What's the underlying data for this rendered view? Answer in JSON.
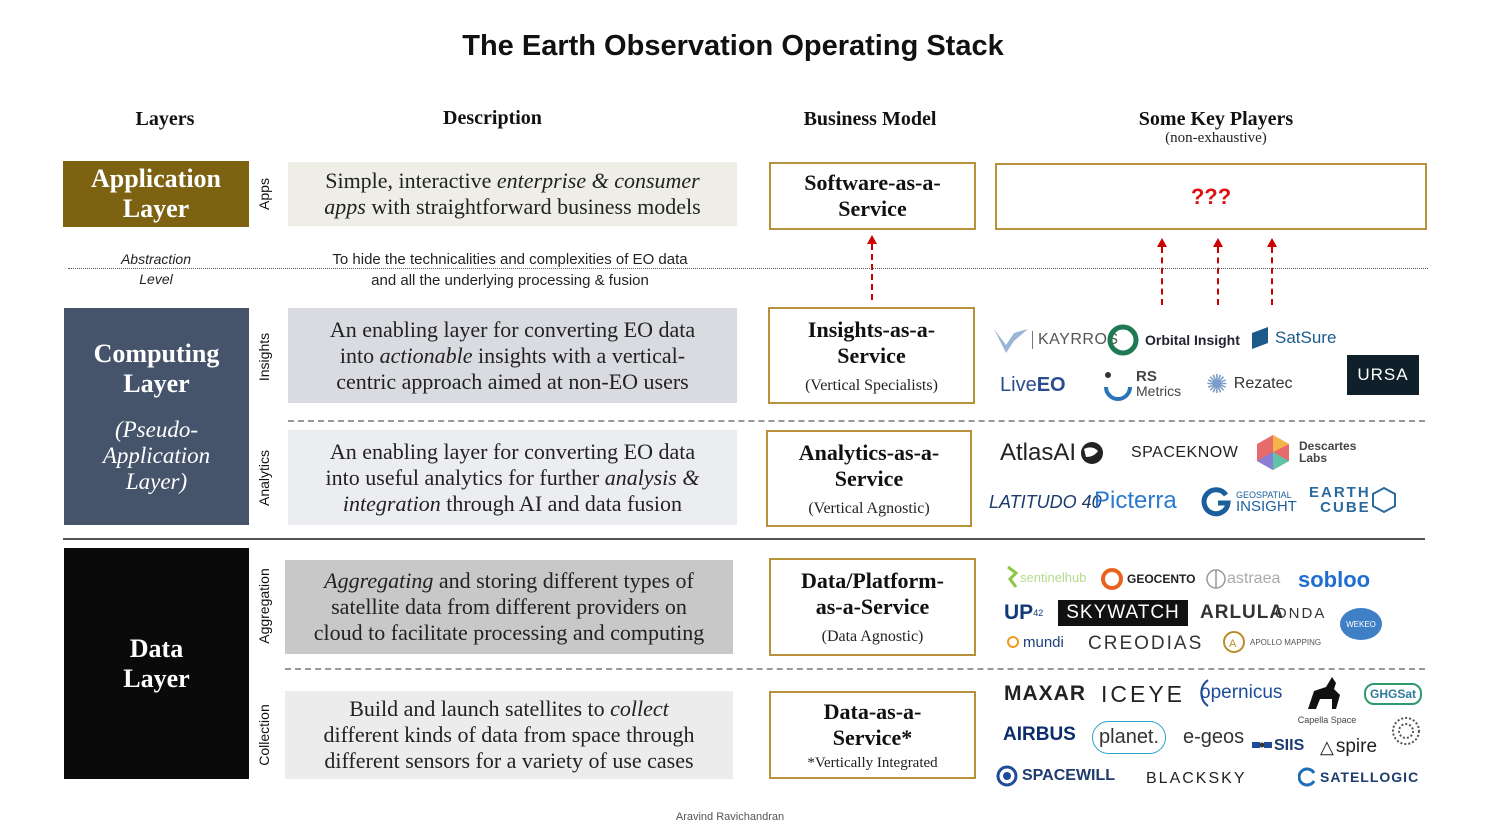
{
  "title": "The Earth Observation Operating Stack",
  "columns": {
    "layers": "Layers",
    "description": "Description",
    "business_model": "Business Model",
    "players": "Some Key Players",
    "players_sub": "(non-exhaustive)"
  },
  "layers": {
    "application": {
      "title_line1": "Application",
      "title_line2": "Layer",
      "sublabel": "Apps"
    },
    "computing": {
      "title_line1": "Computing",
      "title_line2": "Layer",
      "note_line1": "(Pseudo-",
      "note_line2": "Application",
      "note_line3": "Layer)",
      "sublabel_insights": "Insights",
      "sublabel_analytics": "Analytics"
    },
    "data": {
      "title_line1": "Data",
      "title_line2": "Layer",
      "sublabel_aggregation": "Aggregation",
      "sublabel_collection": "Collection"
    }
  },
  "abstraction": {
    "label_line1": "Abstraction",
    "label_line2": "Level",
    "text_line1": "To hide the technicalities and complexities of EO data",
    "text_line2": "and all the underlying processing & fusion"
  },
  "descriptions": {
    "apps": {
      "l1a": "Simple, interactive ",
      "l1b": "enterprise & consumer",
      "l2a": "apps",
      "l2b": " with straightforward business models"
    },
    "insights": {
      "l1": "An enabling layer for converting EO data",
      "l2a": "into ",
      "l2b": "actionable",
      "l2c": " insights with a vertical-",
      "l3": "centric approach aimed at non-EO users"
    },
    "analytics": {
      "l1": "An enabling layer for converting EO data",
      "l2a": "into useful analytics for further ",
      "l2b": "analysis &",
      "l3a": "integration",
      "l3b": " through AI and data fusion"
    },
    "aggregation": {
      "l1a": "Aggregating",
      "l1b": " and storing different types of",
      "l2": "satellite data from different providers on",
      "l3": "cloud to facilitate processing and computing"
    },
    "collection": {
      "l1a": "Build and launch satellites to ",
      "l1b": "collect",
      "l2": "different kinds of data from space through",
      "l3": "different sensors for a variety of use cases"
    }
  },
  "business_models": {
    "saas": {
      "l1": "Software-as-a-",
      "l2": "Service"
    },
    "iaas": {
      "l1": "Insights-as-a-",
      "l2": "Service",
      "note": "(Vertical Specialists)"
    },
    "aaas": {
      "l1": "Analytics-as-a-",
      "l2": "Service",
      "note": "(Vertical Agnostic)"
    },
    "paas": {
      "l1": "Data/Platform-",
      "l2": "as-a-Service",
      "note": "(Data Agnostic)"
    },
    "daas": {
      "l1": "Data-as-a-",
      "l2": "Service*",
      "note": "*Vertically Integrated"
    }
  },
  "players": {
    "application": "???",
    "insights": [
      "KAYRROS",
      "Orbital Insight",
      "SatSure",
      "URSA",
      "Live",
      "EO",
      "RS",
      "Metrics",
      "Rezatec"
    ],
    "analytics": [
      "AtlasAI",
      "SPACEKNOW",
      "Descartes",
      "Labs",
      "LATITUDO 40",
      "Picterra",
      "GEOSPATIAL",
      "INSIGHT",
      "EARTH",
      "CUBE"
    ],
    "aggregation": [
      "sentinelhub",
      "GEOCENTO",
      "astraea",
      "sobloo",
      "UP",
      "42",
      "SKYWATCH",
      "ARLULA",
      "ONDA",
      "WEKEO",
      "mundi",
      "CREODIAS",
      "APOLLO MAPPING"
    ],
    "collection": [
      "MAXAR",
      "ICEYE",
      "opernicus",
      "GHGSat",
      "Capella Space",
      "AIRBUS",
      "planet.",
      "e-geos",
      "SIIS",
      "spire",
      "SPACEWILL",
      "BLACKSKY",
      "SATELLOGIC"
    ]
  },
  "credit": "Aravind Ravichandran",
  "colors": {
    "application": "#7d6212",
    "computing": "#46546b",
    "data": "#0a0a0a",
    "accent_border": "#b8923a",
    "arrow": "#cc0000"
  }
}
